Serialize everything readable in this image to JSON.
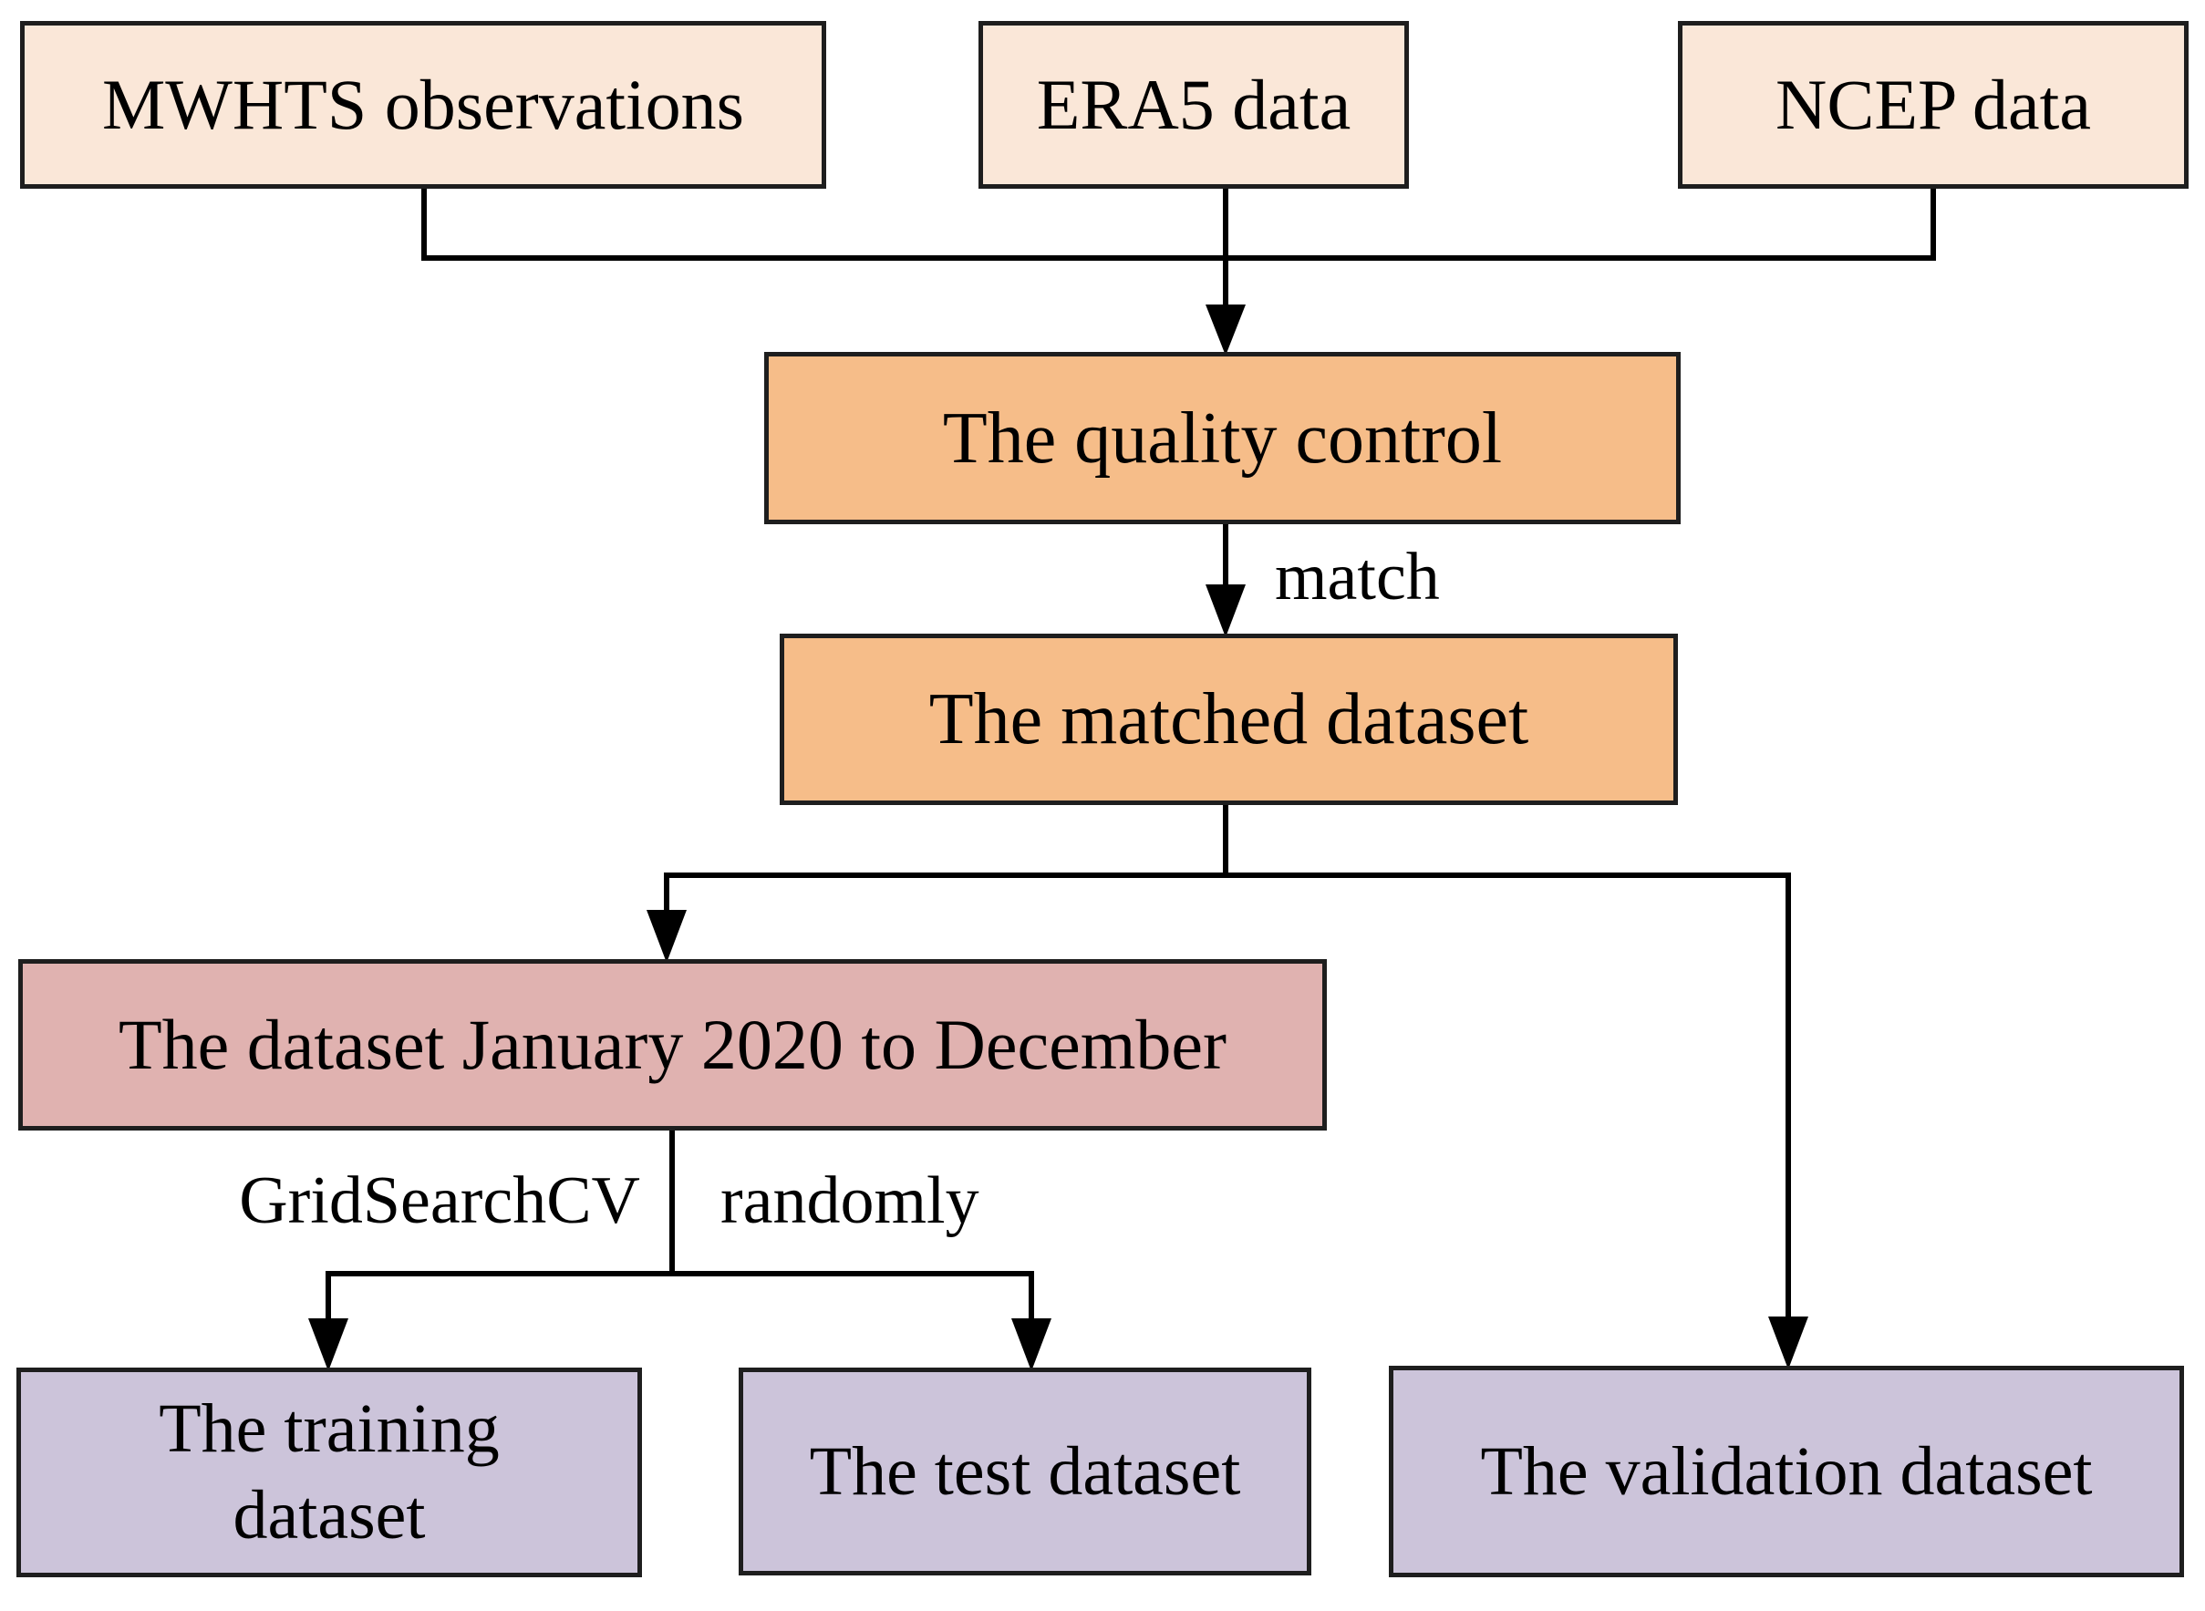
{
  "diagram": {
    "nodes": {
      "mwhts": {
        "label": "MWHTS observations"
      },
      "era5": {
        "label": "ERA5 data"
      },
      "ncep": {
        "label": "NCEP data"
      },
      "quality_control": {
        "label": "The quality control"
      },
      "matched": {
        "label": "The matched dataset"
      },
      "dataset_2020": {
        "label": "The dataset January 2020 to December"
      },
      "training": {
        "label": "The training dataset"
      },
      "test": {
        "label": "The test dataset"
      },
      "validation": {
        "label": "The validation dataset"
      }
    },
    "edge_labels": {
      "match": "match",
      "gridsearchcv": "GridSearchCV",
      "randomly": "randomly"
    },
    "edges": [
      {
        "from": "MWHTS observations",
        "to": "The quality control"
      },
      {
        "from": "ERA5 data",
        "to": "The quality control"
      },
      {
        "from": "NCEP data",
        "to": "The quality control"
      },
      {
        "from": "The quality control",
        "to": "The matched dataset",
        "label": "match"
      },
      {
        "from": "The matched dataset",
        "to": "The dataset January 2020 to December"
      },
      {
        "from": "The matched dataset",
        "to": "The validation dataset"
      },
      {
        "from": "The dataset January 2020 to December",
        "to": "The training dataset",
        "label": "GridSearchCV"
      },
      {
        "from": "The dataset January 2020 to December",
        "to": "The test dataset",
        "label": "randomly"
      }
    ],
    "colors": {
      "source_fill": "#fae7d8",
      "process_fill": "#f6bd89",
      "subset_fill": "#e0b2b0",
      "output_fill": "#ccc4da",
      "border": "#1e1e1e",
      "line": "#000000",
      "text": "#000000",
      "background": "#ffffff"
    }
  }
}
